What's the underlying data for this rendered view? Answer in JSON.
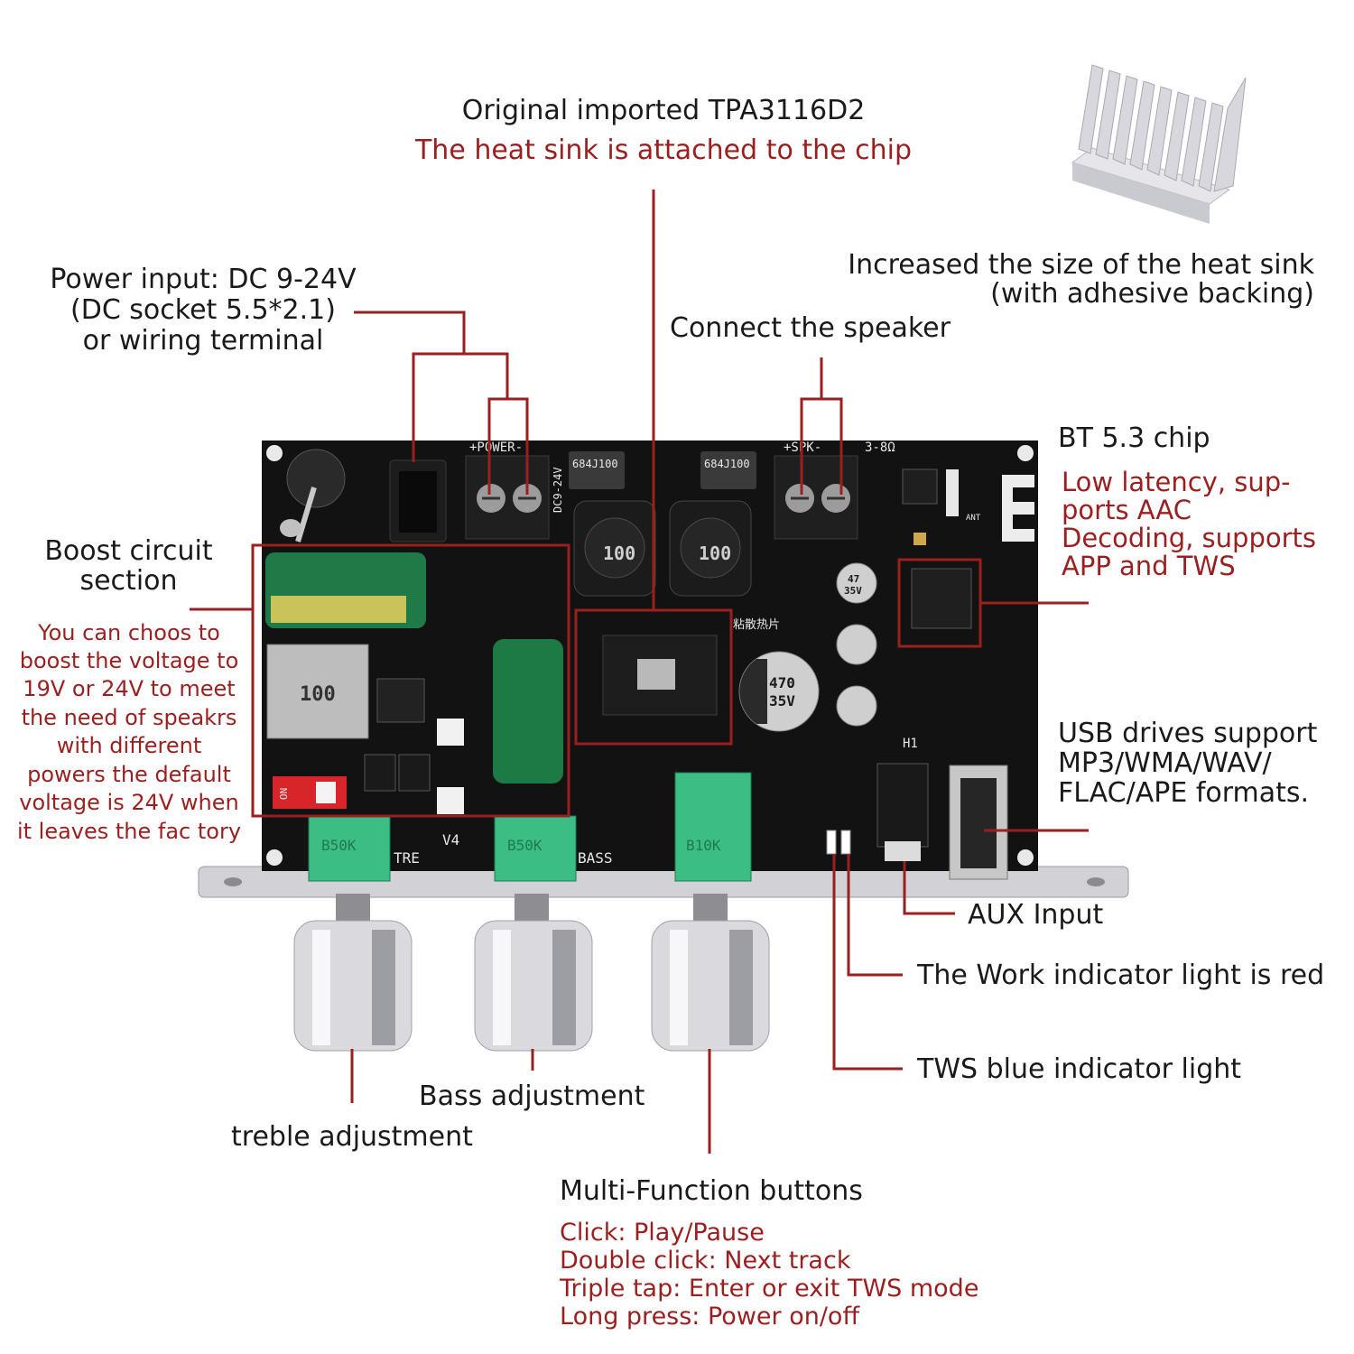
{
  "colors": {
    "accent": "#9b1f1f",
    "text": "#1a1a1a",
    "board": "#121212"
  },
  "labels": {
    "chip_title": "Original imported  TPA3116D2",
    "chip_sub": "The heat sink is attached to the  chip",
    "heatsink_1": "Increased the size of the heat sink",
    "heatsink_2": "(with adhesive  backing)",
    "power_1": "Power input: DC 9-24V",
    "power_2": "(DC socket 5.5*2.1)",
    "power_3": "or wiring terminal",
    "speaker": "Connect the speaker",
    "bt_title": "BT 5.3 chip",
    "bt_1": "Low latency, sup-",
    "bt_2": "ports AAC",
    "bt_3": "Decoding, supports",
    "bt_4": "APP and TWS",
    "boost_1": "Boost circuit",
    "boost_2": "section",
    "boost_d1": "You can choos to",
    "boost_d2": "boost the voltage to",
    "boost_d3": "19V or 24V to meet",
    "boost_d4": "the need of speakrs",
    "boost_d5": "with different",
    "boost_d6": "powers the default",
    "boost_d7": "voltage is 24V when",
    "boost_d8": "it leaves the fac tory",
    "usb_1": "USB drives support",
    "usb_2": "MP3/WMA/WAV/",
    "usb_3": "FLAC/APE formats.",
    "aux": "AUX Input",
    "work_light": "The Work indicator light is red",
    "tws_light": "TWS blue indicator light",
    "bass": "Bass adjustment",
    "treble": "treble adjustment",
    "mf_title": "Multi-Function buttons",
    "mf_1": "Click: Play/Pause",
    "mf_2": "Double click: Next track",
    "mf_3": "Triple tap: Enter or exit TWS mode",
    "mf_4": "Long press: Power on/off"
  },
  "board": {
    "inductor_left": "100",
    "inductor_right": "100",
    "boost_inductor": "100",
    "cap_main_1": "470",
    "cap_main_2": "35V",
    "cap_small_1": "47",
    "cap_small_2": "35V",
    "pot_treble": "B50K",
    "pot_bass": "B50K",
    "pot_func": "B10K",
    "silk_tre": "TRE",
    "silk_bass": "BASS",
    "silk_v4": "V4",
    "silk_power": "+POWER-",
    "silk_spk": "+SPK-",
    "silk_ohm": "3-8Ω",
    "silk_dc": "DC9-24V",
    "silk_cap_code_1": "684J100",
    "silk_cap_code_2": "684J100",
    "silk_h1": "H1",
    "silk_on": "ON",
    "silk_heat": "粘散热片",
    "silk_ant": "ANT"
  }
}
